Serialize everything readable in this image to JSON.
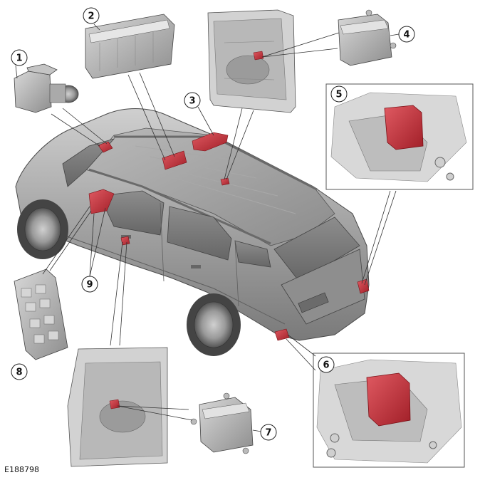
{
  "figure_id": "E188798",
  "callouts": [
    {
      "number": "1"
    },
    {
      "number": "2"
    },
    {
      "number": "3"
    },
    {
      "number": "4"
    },
    {
      "number": "5"
    },
    {
      "number": "6"
    },
    {
      "number": "7"
    },
    {
      "number": "8"
    },
    {
      "number": "9"
    }
  ],
  "colors": {
    "highlight": "#c8323c",
    "body": "#9a9a9a",
    "body_dark": "#6e6e6e",
    "body_light": "#c9c9c9",
    "line": "#333333"
  }
}
